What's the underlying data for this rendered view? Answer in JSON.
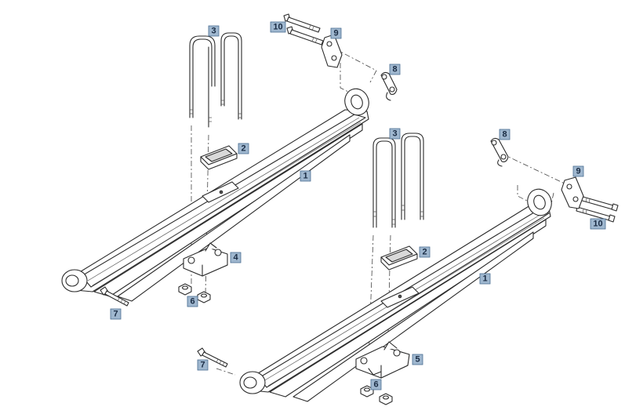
{
  "callouts": {
    "left_spring_1": "1",
    "left_pad_2": "2",
    "left_ubolt_3": "3",
    "left_plate_4": "4",
    "left_nut_6": "6",
    "left_bolt_7": "7",
    "left_shackle_8": "8",
    "left_bracket_9": "9",
    "left_bolt_10": "10",
    "right_spring_1": "1",
    "right_pad_2": "2",
    "right_ubolt_3": "3",
    "right_plate_5": "5",
    "right_nut_6": "6",
    "right_bolt_7": "7",
    "right_shackle_8": "8",
    "right_bracket_9": "9",
    "right_bolt_10": "10"
  },
  "colors": {
    "callout_fill": "#9fb7cf",
    "line": "#2b2b2b",
    "background": "#ffffff"
  }
}
